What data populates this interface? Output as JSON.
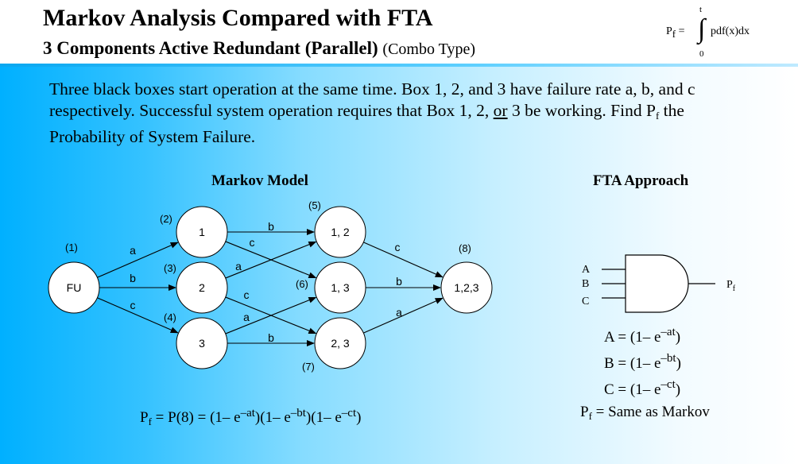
{
  "header": {
    "title": "Markov Analysis Compared with FTA",
    "subtitle": "3 Components Active Redundant (Parallel)",
    "subtitle_note": "(Combo Type)",
    "formula": {
      "lhs": "P",
      "lhs_sub": "f",
      "eq": "=",
      "upper": "t",
      "lower": "0",
      "integrand": "pdf(x)dx"
    }
  },
  "problem": {
    "part1": "Three black boxes start operation at the same time. Box 1, 2, and 3 have failure rate a, b, and c respectively. Successful system operation requires that Box 1, 2, ",
    "or": "or",
    "part2": " 3 be working. Find P",
    "sub": "f",
    "part3": " the Probability of System Failure."
  },
  "markov": {
    "heading": "Markov Model",
    "nodes": [
      {
        "id": "fu",
        "label": "FU",
        "num": "(1)"
      },
      {
        "id": "n1",
        "label": "1",
        "num": "(2)"
      },
      {
        "id": "n2",
        "label": "2",
        "num": "(3)"
      },
      {
        "id": "n3",
        "label": "3",
        "num": "(4)"
      },
      {
        "id": "n12",
        "label": "1, 2",
        "num": "(5)"
      },
      {
        "id": "n13",
        "label": "1, 3",
        "num": "(6)"
      },
      {
        "id": "n23",
        "label": "2, 3",
        "num": "(7)"
      },
      {
        "id": "n123",
        "label": "1,2,3",
        "num": "(8)"
      }
    ],
    "edges": [
      {
        "from": "fu",
        "to": "n1",
        "label": "a"
      },
      {
        "from": "fu",
        "to": "n2",
        "label": "b"
      },
      {
        "from": "fu",
        "to": "n3",
        "label": "c"
      },
      {
        "from": "n1",
        "to": "n12",
        "label": "b"
      },
      {
        "from": "n1",
        "to": "n13",
        "label": "c"
      },
      {
        "from": "n2",
        "to": "n12",
        "label": "a"
      },
      {
        "from": "n2",
        "to": "n23",
        "label": "c"
      },
      {
        "from": "n3",
        "to": "n13",
        "label": "a"
      },
      {
        "from": "n3",
        "to": "n23",
        "label": "b"
      },
      {
        "from": "n12",
        "to": "n123",
        "label": "c"
      },
      {
        "from": "n13",
        "to": "n123",
        "label": "b"
      },
      {
        "from": "n23",
        "to": "n123",
        "label": "a"
      }
    ],
    "result": {
      "lhs": "P",
      "lhs_sub": "f",
      "mid": " = P(8) = (1– e",
      "exp1": "–at",
      "mid2": ")(1– e",
      "exp2": "–bt",
      "mid3": ")(1– e",
      "exp3": "–ct",
      "end": ")"
    }
  },
  "fta": {
    "heading": "FTA Approach",
    "inputs": [
      "A",
      "B",
      "C"
    ],
    "output": "P",
    "output_sub": "f",
    "eqs": [
      {
        "lhs": "A = (1– e",
        "exp": "–at",
        "end": ")"
      },
      {
        "lhs": "B = (1– e",
        "exp": "–bt",
        "end": ")"
      },
      {
        "lhs": "C = (1– e",
        "exp": "–ct",
        "end": ")"
      }
    ],
    "result_lhs": "P",
    "result_sub": "f",
    "result_rhs": " = Same as Markov"
  }
}
